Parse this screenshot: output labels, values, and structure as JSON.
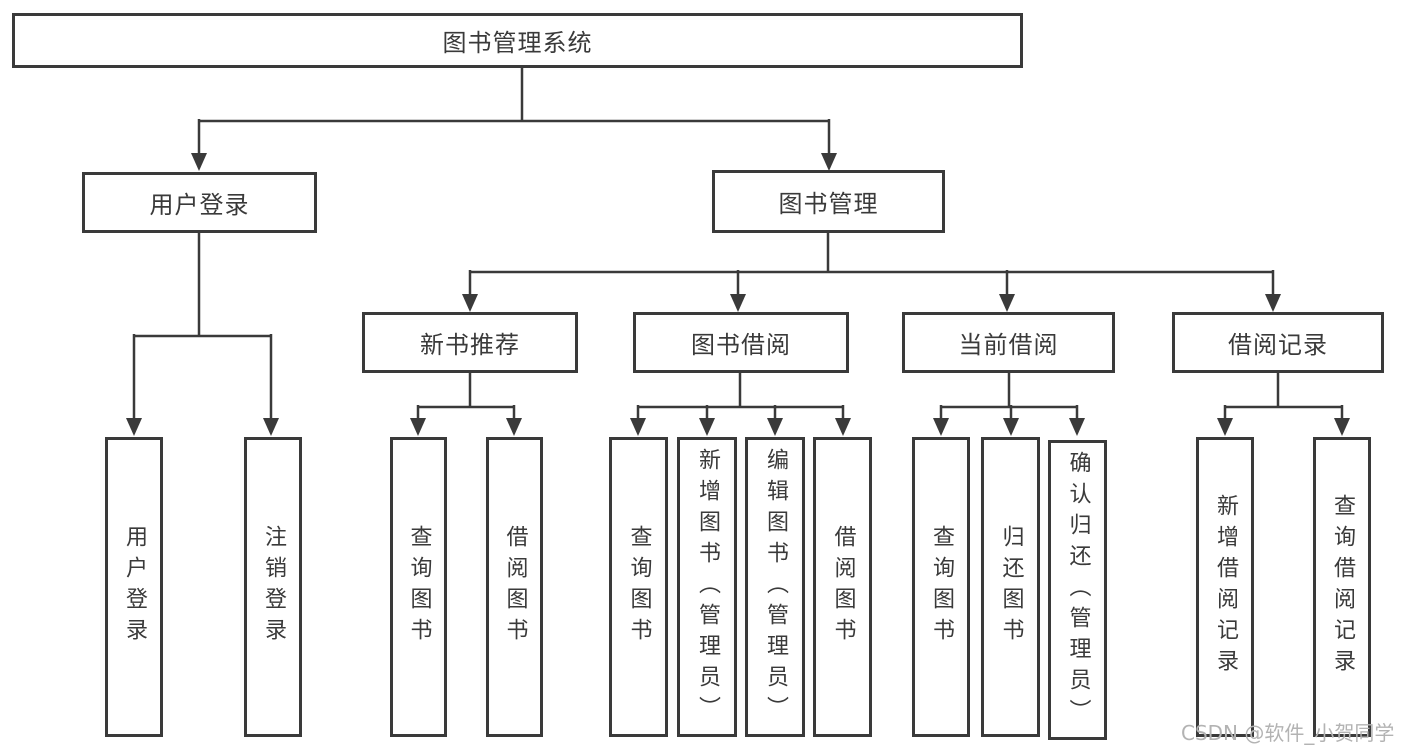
{
  "diagram": {
    "root": {
      "label": "图书管理系统"
    },
    "branches": [
      {
        "label": "用户登录",
        "children": [
          "用户登录",
          "注销登录"
        ]
      },
      {
        "label": "图书管理",
        "sections": [
          {
            "label": "新书推荐",
            "children": [
              "查询图书",
              "借阅图书"
            ]
          },
          {
            "label": "图书借阅",
            "children": [
              "查询图书",
              "新增图书（管理员）",
              "编辑图书（管理员）",
              "借阅图书"
            ]
          },
          {
            "label": "当前借阅",
            "children": [
              "查询图书",
              "归还图书",
              "确认归还（管理员）"
            ]
          },
          {
            "label": "借阅记录",
            "children": [
              "新增借阅记录",
              "查询借阅记录"
            ]
          }
        ]
      }
    ],
    "colors": {
      "line": "#3a3a3a",
      "text": "#3a3a3a",
      "background": "#ffffff",
      "watermark": "#b3b3b3"
    }
  },
  "watermark": {
    "text": "CSDN @软件_小贺同学"
  }
}
